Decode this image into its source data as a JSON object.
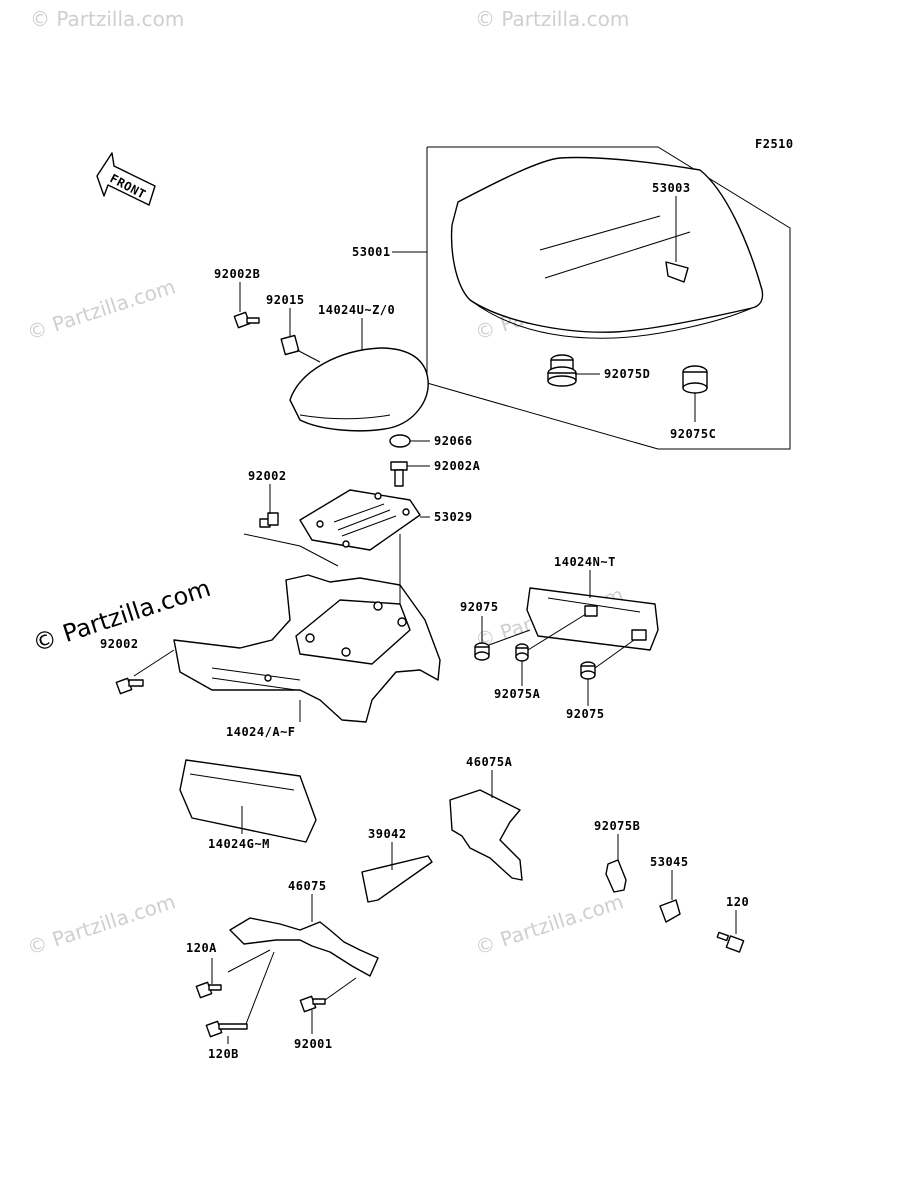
{
  "figure_code": "F2510",
  "front_label": "FRONT",
  "watermark": "© Partzilla.com",
  "parts": {
    "p53001": "53001",
    "p53003": "53003",
    "p92075D": "92075D",
    "p92075C": "92075C",
    "p92002B": "92002B",
    "p92015": "92015",
    "p14024UZ": "14024U~Z/0",
    "p92066": "92066",
    "p92002A": "92002A",
    "p92002_top": "92002",
    "p53029": "53029",
    "p92002_left": "92002",
    "p14024AF": "14024/A~F",
    "p14024NT": "14024N~T",
    "p92075_a": "92075",
    "p92075A": "92075A",
    "p92075_b": "92075",
    "p14024GM": "14024G~M",
    "p46075A": "46075A",
    "p39042": "39042",
    "p92075B": "92075B",
    "p53045": "53045",
    "p120": "120",
    "p46075": "46075",
    "p120A": "120A",
    "p120B": "120B",
    "p92001": "92001"
  }
}
